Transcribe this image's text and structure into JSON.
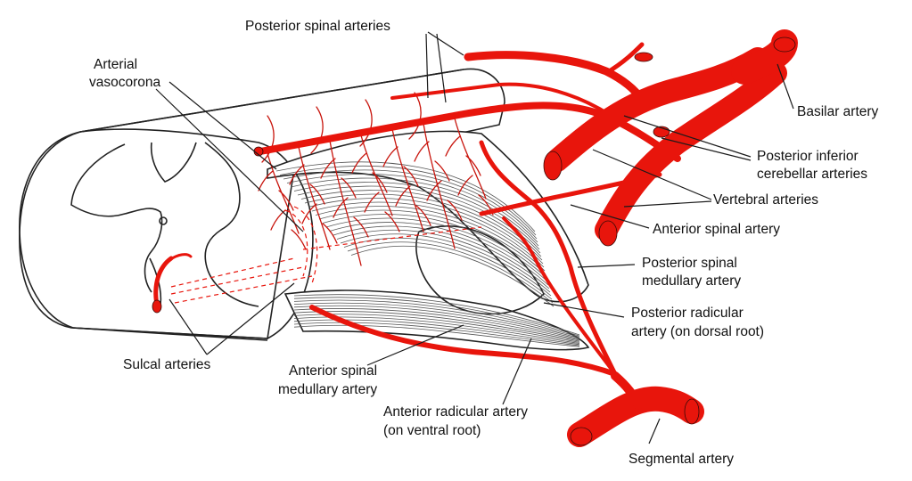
{
  "colors": {
    "artery": "#e8150c",
    "outline": "#222222",
    "background": "#ffffff"
  },
  "labels": {
    "posterior_spinal_arteries": "Posterior spinal arteries",
    "arterial_vasocorona_line1": "Arterial",
    "arterial_vasocorona_line2": "vasocorona",
    "basilar_artery": "Basilar artery",
    "posterior_inferior_line1": "Posterior inferior",
    "posterior_inferior_line2": "cerebellar arteries",
    "vertebral_arteries": "Vertebral arteries",
    "anterior_spinal_artery": "Anterior spinal artery",
    "posterior_spinal_medullary_line1": "Posterior spinal",
    "posterior_spinal_medullary_line2": "medullary artery",
    "posterior_radicular_line1": "Posterior radicular",
    "posterior_radicular_line2": "artery (on dorsal root)",
    "sulcal_arteries": "Sulcal arteries",
    "anterior_spinal_medullary_line1": "Anterior spinal",
    "anterior_spinal_medullary_line2": "medullary artery",
    "anterior_radicular_line1": "Anterior radicular artery",
    "anterior_radicular_line2": "(on ventral root)",
    "segmental_artery": "Segmental artery"
  }
}
